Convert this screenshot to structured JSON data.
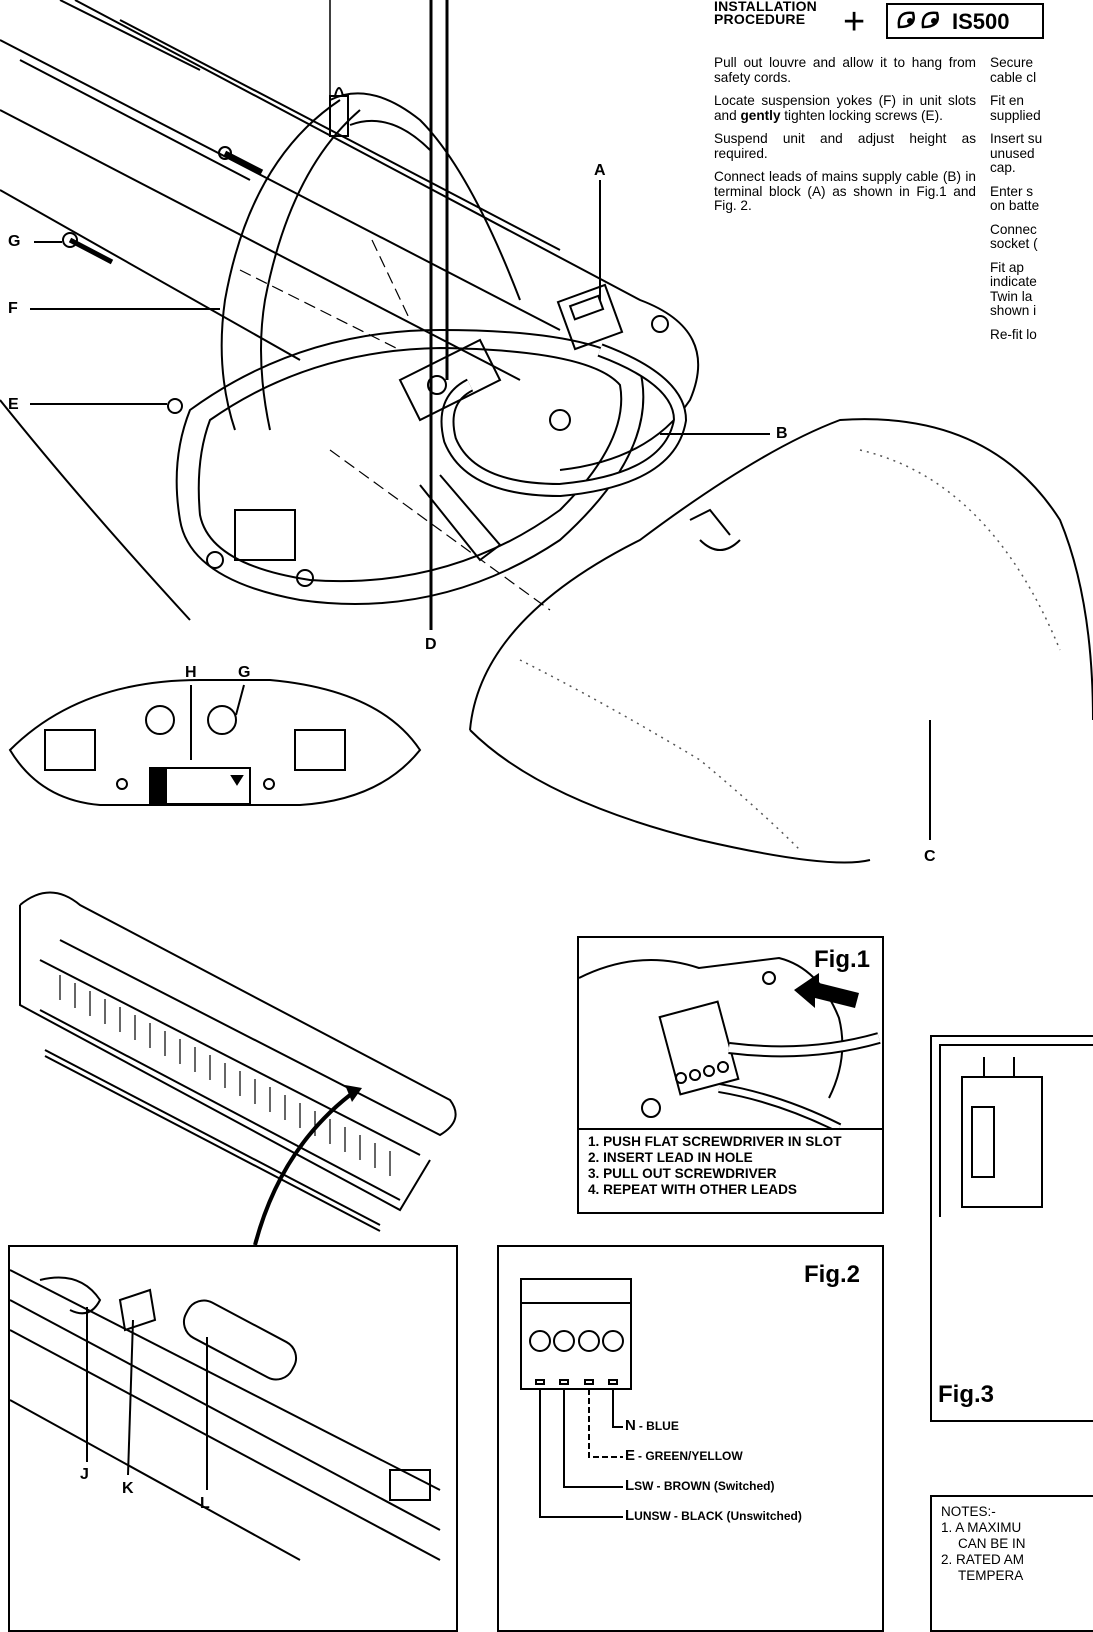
{
  "header": {
    "line1": "INSTALLATION",
    "line2": "PROCEDURE",
    "logo_text": "IS500"
  },
  "instructions_col1": [
    "Pull out louvre and allow it to hang from safety cords.",
    "Locate suspension yokes (F) in unit slots and gently tighten locking screws (E).",
    "Suspend unit and adjust height as required.",
    "Connect leads of mains supply cable (B) in terminal block (A) as shown in Fig.1 and Fig. 2."
  ],
  "instructions_col2": [
    "Secure",
    "cable cl",
    "Fit en",
    "supplied",
    "Insert su",
    "unused",
    "cap.",
    "Enter s",
    "on batte",
    "Connec",
    "socket (",
    "Fit ap",
    "indicate",
    "Twin la",
    "shown i",
    "Re-fit lo"
  ],
  "labels": {
    "A": "A",
    "B": "B",
    "C": "C",
    "D": "D",
    "E": "E",
    "F": "F",
    "G": "G",
    "H": "H",
    "G2": "G",
    "J": "J",
    "K": "K",
    "L": "L"
  },
  "fig1": {
    "title": "Fig.1",
    "steps": [
      "1. PUSH FLAT SCREWDRIVER IN SLOT",
      "2. INSERT LEAD IN HOLE",
      "3. PULL OUT SCREWDRIVER",
      "4. REPEAT WITH OTHER LEADS"
    ]
  },
  "fig2": {
    "title": "Fig.2",
    "wires": [
      {
        "code": "N",
        "sub": "",
        "desc": "- BLUE"
      },
      {
        "code": "E",
        "sub": "",
        "desc": "- GREEN/YELLOW"
      },
      {
        "code": "L",
        "sub": "SW",
        "desc": "- BROWN (Switched)"
      },
      {
        "code": "L",
        "sub": "UNSW",
        "desc": "- BLACK (Unswitched)"
      }
    ]
  },
  "fig3": {
    "title": "Fig.3"
  },
  "notes": {
    "heading": "NOTES:-",
    "lines": [
      "1. A MAXIMU",
      "CAN BE IN",
      "2. RATED AM",
      "TEMPERA"
    ]
  }
}
